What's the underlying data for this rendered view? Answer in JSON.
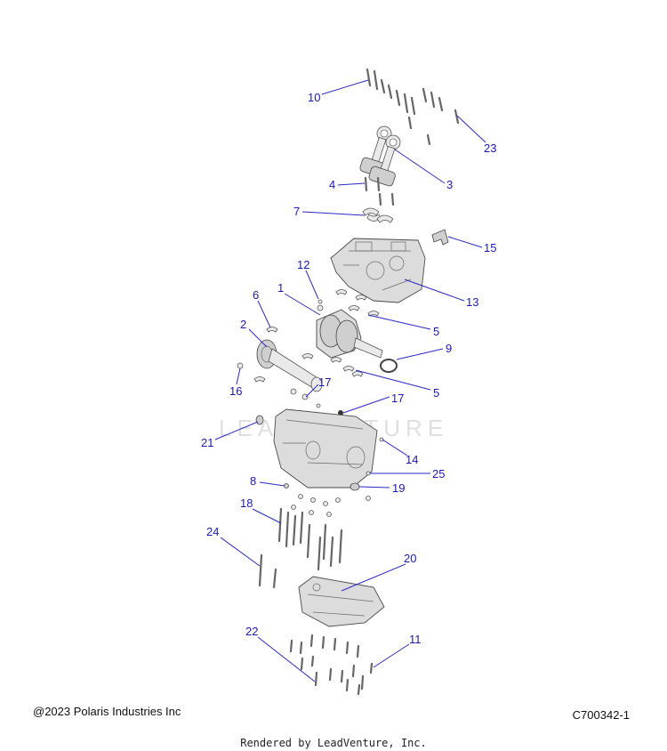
{
  "diagram": {
    "watermark": "LEADVENTURE",
    "callouts": [
      "10",
      "23",
      "3",
      "4",
      "7",
      "15",
      "13",
      "12",
      "1",
      "6",
      "2",
      "5",
      "9",
      "16",
      "17",
      "21",
      "14",
      "25",
      "8",
      "19",
      "18",
      "24",
      "20",
      "22",
      "11"
    ]
  },
  "footer": {
    "copyright": "@2023 Polaris Industries Inc",
    "diagram_id": "C700342-1",
    "rendered_by": "Rendered by LeadVenture, Inc."
  }
}
